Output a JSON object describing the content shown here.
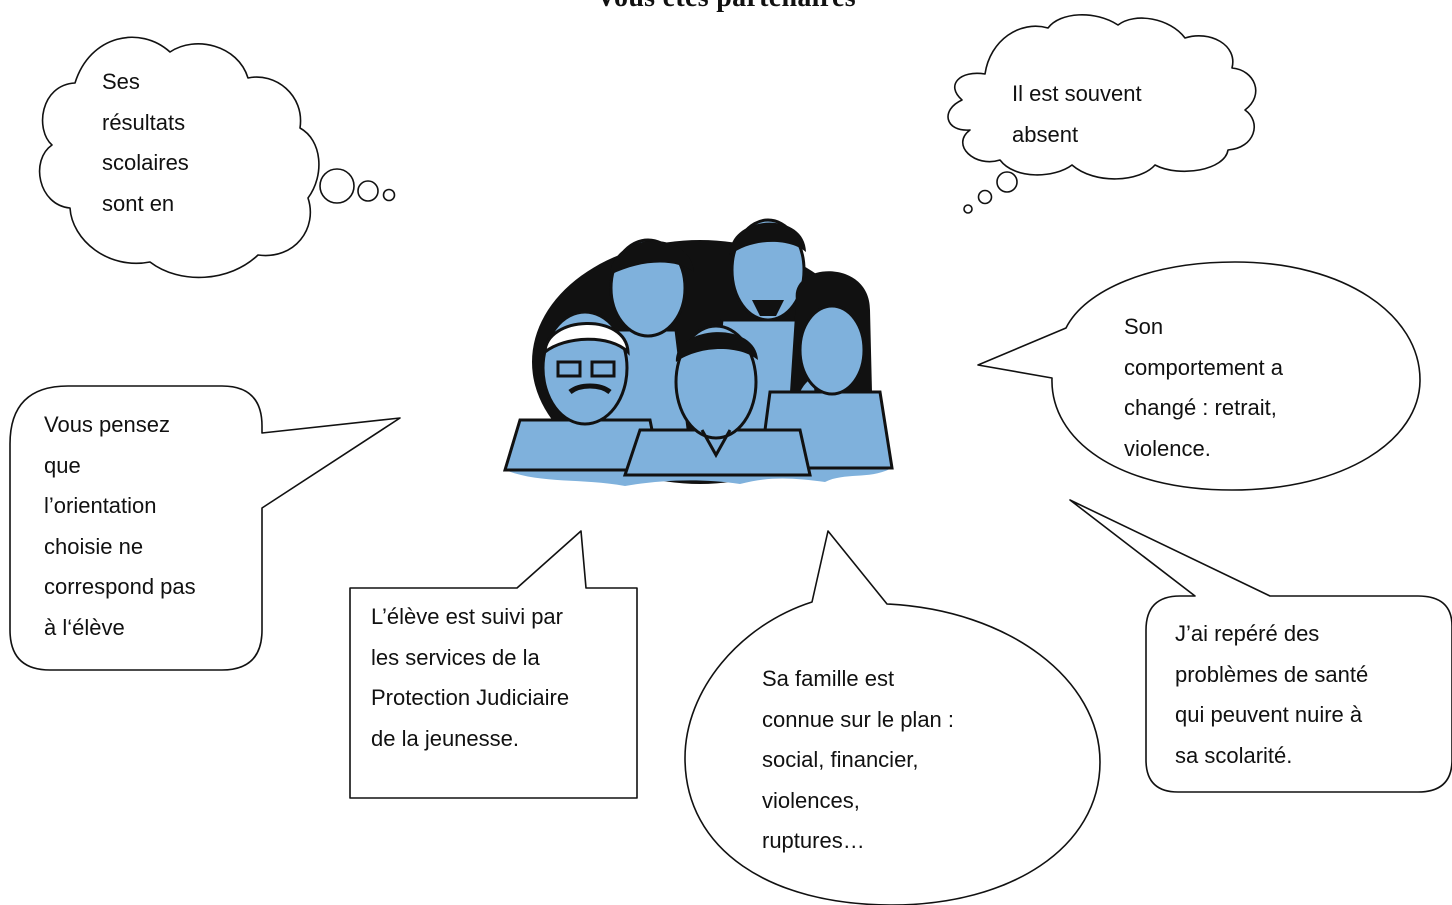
{
  "title": "Vous êtes partenaires",
  "bubbles": [
    {
      "id": "resultats",
      "lines": [
        "Ses",
        "résultats",
        "scolaires",
        "sont en"
      ]
    },
    {
      "id": "absent",
      "lines": [
        "Il est souvent",
        "absent"
      ]
    },
    {
      "id": "comportement",
      "lines": [
        "Son",
        "comportement a",
        "changé : retrait,",
        "violence."
      ]
    },
    {
      "id": "orientation",
      "lines": [
        "Vous pensez",
        "que",
        "l’orientation",
        "choisie ne",
        "correspond pas",
        "à l‘élève"
      ]
    },
    {
      "id": "pjj",
      "lines": [
        "L’élève est suivi par",
        "les services de la",
        "Protection Judiciaire",
        "de la jeunesse."
      ]
    },
    {
      "id": "famille",
      "lines": [
        "Sa famille est",
        "connue sur le plan :",
        "social, financier,",
        "violences,",
        "ruptures…"
      ]
    },
    {
      "id": "sante",
      "lines": [
        "J’ai repéré des",
        "problèmes de santé",
        "qui peuvent nuire à",
        "sa scolarité."
      ]
    }
  ],
  "illustration": {
    "icon": "group-of-people-icon",
    "accent": "#7fb1dc",
    "ink": "#111111"
  }
}
